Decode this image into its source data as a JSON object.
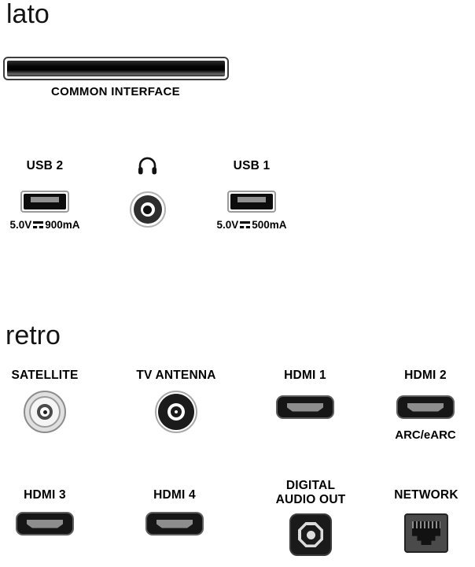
{
  "sections": {
    "side": {
      "title": "lato",
      "common_interface": {
        "label": "COMMON INTERFACE"
      },
      "usb2": {
        "label": "USB 2",
        "voltage": "5.0V",
        "current": "900mA"
      },
      "usb1": {
        "label": "USB 1",
        "voltage": "5.0V",
        "current": "500mA"
      }
    },
    "rear": {
      "title": "retro",
      "satellite": {
        "label": "SATELLITE"
      },
      "tv_antenna": {
        "label": "TV ANTENNA"
      },
      "hdmi1": {
        "label": "HDMI 1"
      },
      "hdmi2": {
        "label": "HDMI 2",
        "sublabel": "ARC/eARC"
      },
      "hdmi3": {
        "label": "HDMI 3"
      },
      "hdmi4": {
        "label": "HDMI 4"
      },
      "digital_audio_out": {
        "label_line1": "DIGITAL",
        "label_line2": "AUDIO OUT"
      },
      "network": {
        "label": "NETWORK"
      }
    }
  },
  "icons": {
    "headphones": "headphones-icon",
    "dc_power": "direct-current-symbol-icon"
  }
}
